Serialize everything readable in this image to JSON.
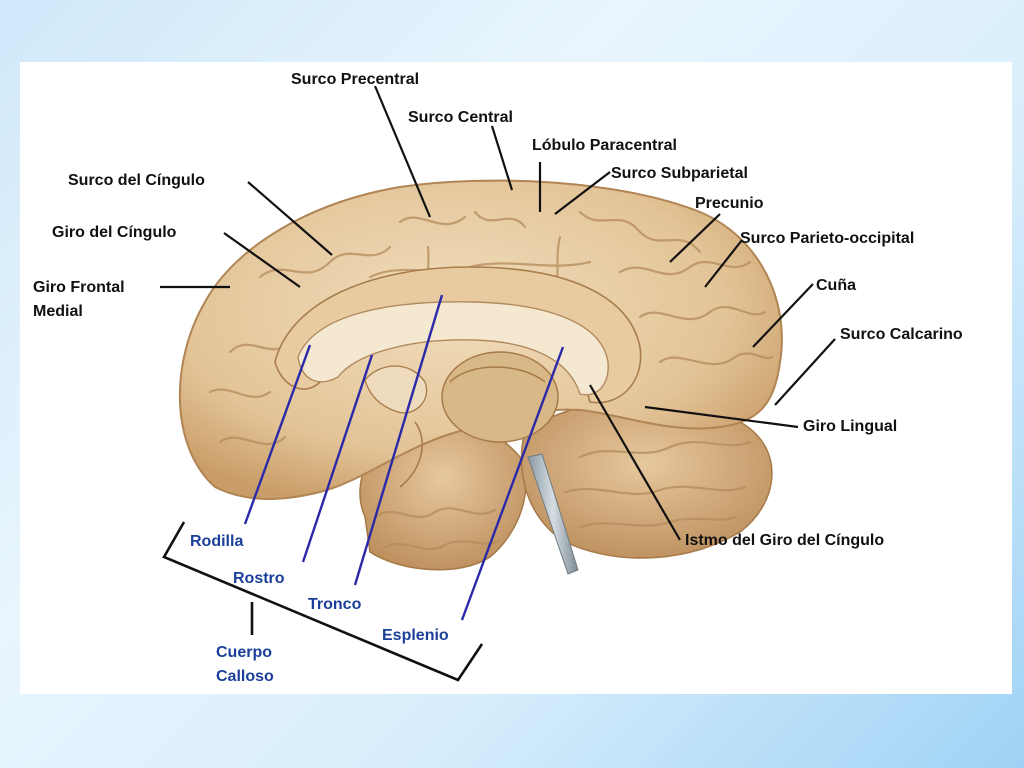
{
  "labels": {
    "surco_precentral": "Surco Precentral",
    "surco_central": "Surco Central",
    "lobulo_paracentral": "Lóbulo Paracentral",
    "surco_subparietal": "Surco Subparietal",
    "precunio": "Precunio",
    "surco_parieto_occipital": "Surco Parieto-occipital",
    "cuna": "Cuña",
    "surco_calcarino": "Surco Calcarino",
    "giro_lingual": "Giro Lingual",
    "istmo": "Istmo del Giro del Cíngulo",
    "surco_cingulo": "Surco del Cíngulo",
    "giro_cingulo": "Giro del Cíngulo",
    "giro_frontal_1": "Giro Frontal",
    "giro_frontal_2": "Medial",
    "rodilla": "Rodilla",
    "rostro": "Rostro",
    "tronco": "Tronco",
    "esplenio": "Esplenio",
    "cuerpo_1": "Cuerpo",
    "cuerpo_2": "Calloso"
  },
  "colors": {
    "brain": "#e6c9a0",
    "brain_dark": "#c9a06e",
    "brain_light": "#f3dfc0",
    "callosum": "#f4e7cf",
    "leader_black": "#111111",
    "leader_blue": "#2a2aa8",
    "label_blue": "#1c3f9a"
  }
}
